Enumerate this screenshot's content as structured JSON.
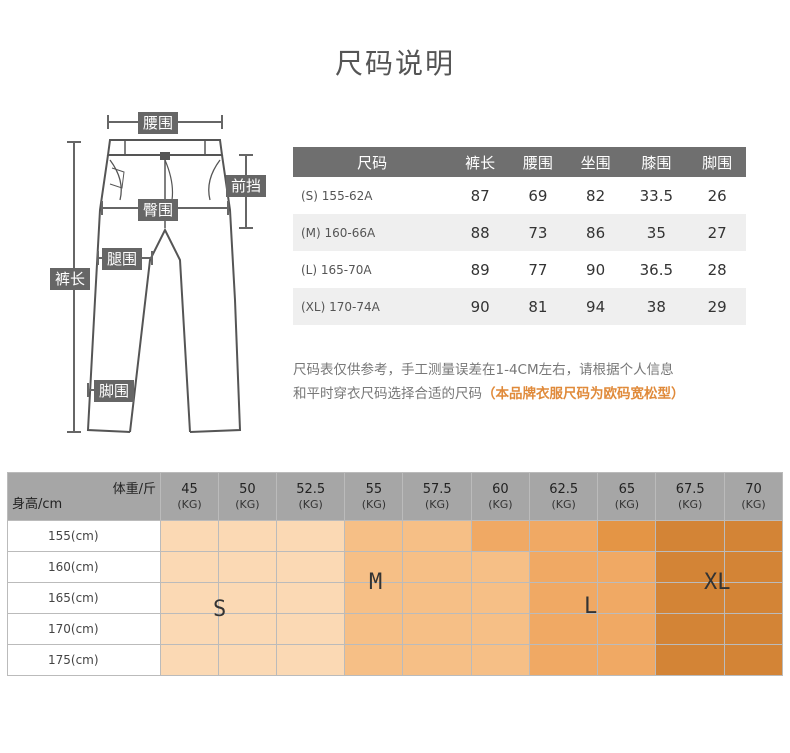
{
  "title": "尺码说明",
  "figure_labels": {
    "waist": "腰围",
    "rise": "前挡",
    "hip": "臀围",
    "thigh": "腿围",
    "length": "裤长",
    "hem": "脚围"
  },
  "size_table": {
    "headers": [
      "尺码",
      "裤长",
      "腰围",
      "坐围",
      "膝围",
      "脚围"
    ],
    "rows": [
      [
        "(S) 155-62A",
        "87",
        "69",
        "82",
        "33.5",
        "26"
      ],
      [
        "(M) 160-66A",
        "88",
        "73",
        "86",
        "35",
        "27"
      ],
      [
        "(L) 165-70A",
        "89",
        "77",
        "90",
        "36.5",
        "28"
      ],
      [
        "(XL) 170-74A",
        "90",
        "81",
        "94",
        "38",
        "29"
      ]
    ]
  },
  "note": {
    "line1": "尺码表仅供参考，手工测量误差在1-4CM左右，请根据个人信息",
    "line2": "和平时穿衣尺码选择合适的尺码",
    "highlight": "（本品牌衣服尺码为欧码宽松型）"
  },
  "grid": {
    "corner_top": "体重/斤",
    "corner_bottom": "身高/cm",
    "unit": "(KG)",
    "weights": [
      "45",
      "50",
      "52.5",
      "55",
      "57.5",
      "60",
      "62.5",
      "65",
      "67.5",
      "70"
    ],
    "heights": [
      "155(cm)",
      "160(cm)",
      "165(cm)",
      "170(cm)",
      "175(cm)"
    ],
    "zones": {
      "s": "S",
      "m": "M",
      "l": "L",
      "xl": "XL"
    }
  }
}
